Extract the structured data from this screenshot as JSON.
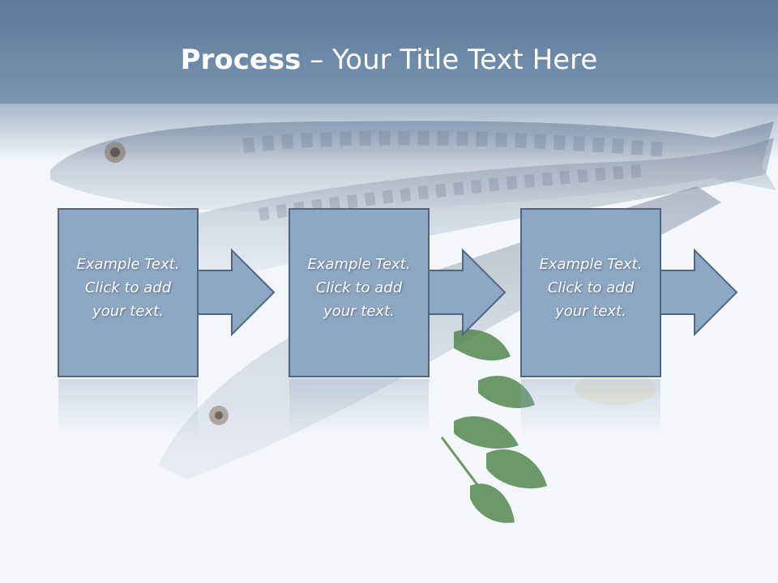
{
  "title": {
    "bold": "Process",
    "separator": " – ",
    "rest": "Your Title Text Here"
  },
  "steps": [
    {
      "line1": "Example Text.",
      "line2": "Click  to add",
      "line3": "your text."
    },
    {
      "line1": "Example Text.",
      "line2": "Click  to add",
      "line3": "your text."
    },
    {
      "line1": "Example Text.",
      "line2": "Click  to add",
      "line3": "your text."
    }
  ],
  "colors": {
    "header": "#6a87a6",
    "box_fill": "#8ea7c4",
    "box_stroke": "#4f6581",
    "background": "#f4f6f9"
  },
  "background_image": "mackerel-fish-with-parsley"
}
